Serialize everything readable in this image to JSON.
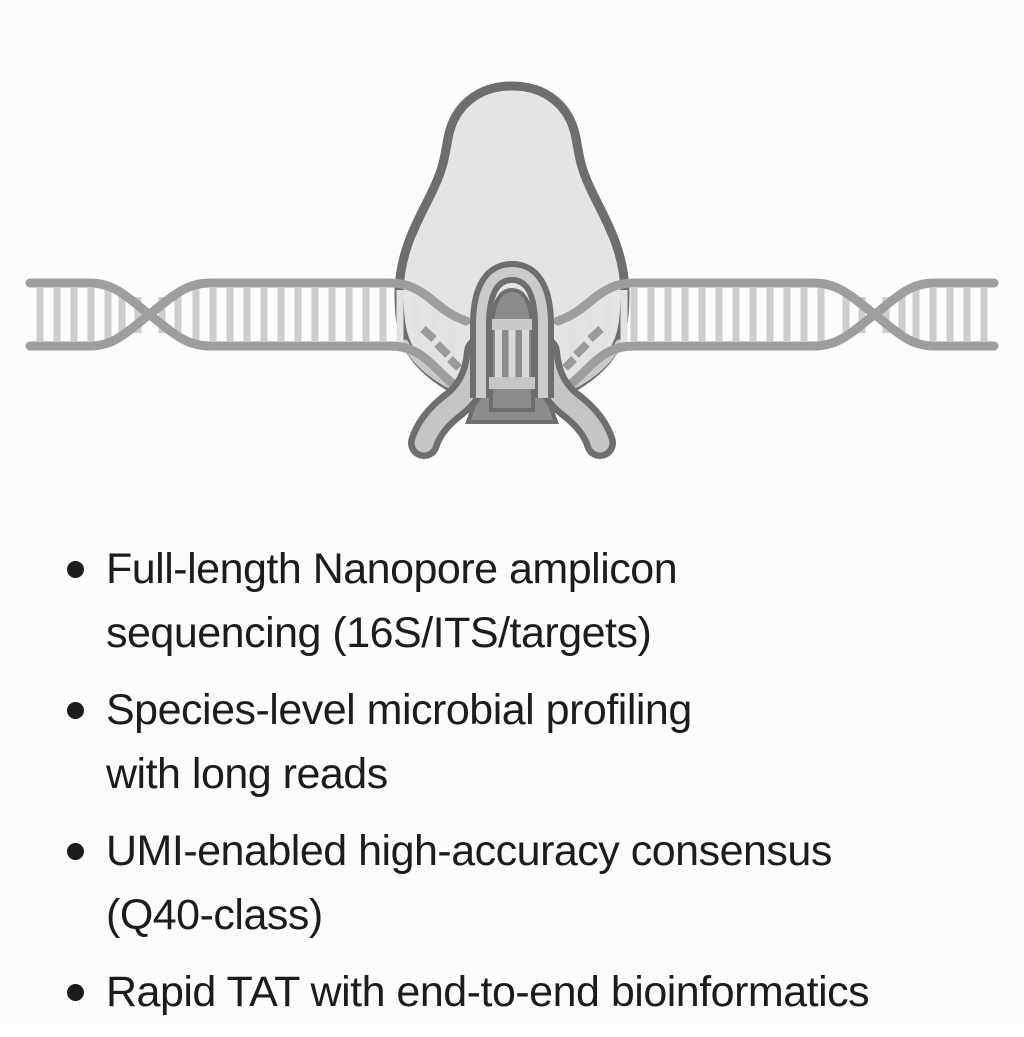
{
  "colors": {
    "background": "#fcfcfc",
    "text": "#1c1c1c",
    "outline": "#6e6e6e",
    "dome_fill": "#e4e4e4",
    "dome_edge": "#c8c8c8",
    "strand": "#9e9e9e",
    "rung": "#cdcdcd",
    "rung_faded": "#e2e2e2",
    "dash": "#9b9b9b",
    "tube_light": "#cbcbcb",
    "leg_light": "#c5c5c5",
    "channel": "#8c8c8c",
    "bar_top": "#c9c9c9",
    "bar_rail": "#d8d8d8",
    "bar_bottom": "#c6c6c6"
  },
  "illustration": {
    "name": "nanopore-protein-threading-dna-double-helix"
  },
  "bullets": {
    "items": [
      {
        "line1": "Full-length Nanopore amplicon",
        "line2": "sequencing (16S/ITS/targets)"
      },
      {
        "line1": "Species-level microbial profiling",
        "line2": "with long reads"
      },
      {
        "line1": "UMI-enabled high-accuracy consensus",
        "line2": "(Q40-class)"
      },
      {
        "line1": "Rapid TAT with end-to-end bioinformatics",
        "line2": ""
      }
    ]
  }
}
